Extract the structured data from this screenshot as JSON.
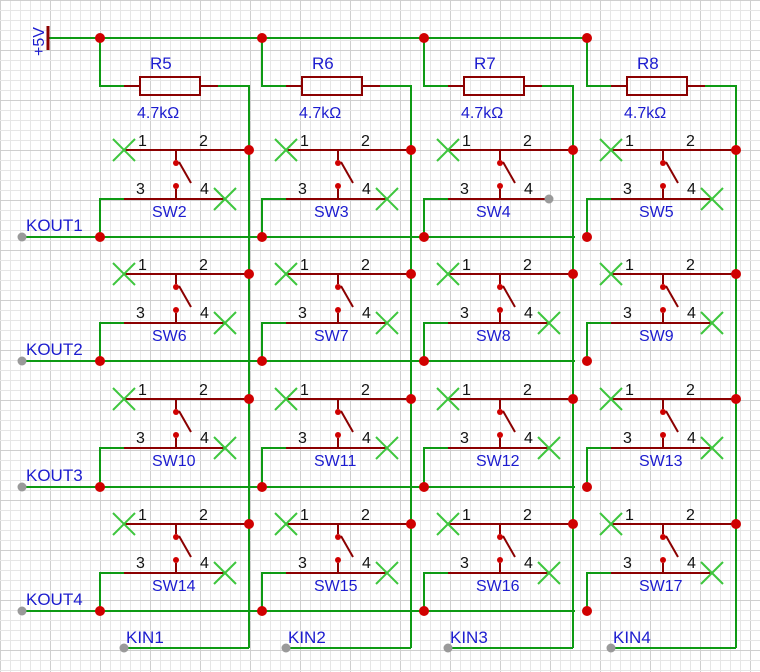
{
  "power": {
    "label": "+5V"
  },
  "colors": {
    "wire": "#0e9a14",
    "component": "#8b0000",
    "junction": "#d00000",
    "label": "#1c1ccf",
    "pin_number": "#111111",
    "no_connect": "#3ec63e",
    "terminal": "#9a9a9a",
    "grid_minor": "#e6e6e6",
    "grid_major": "#cfcfcf"
  },
  "resistors": [
    {
      "ref": "R5",
      "value": "4.7kΩ"
    },
    {
      "ref": "R6",
      "value": "4.7kΩ"
    },
    {
      "ref": "R7",
      "value": "4.7kΩ"
    },
    {
      "ref": "R8",
      "value": "4.7kΩ"
    }
  ],
  "switch_pins": [
    "1",
    "2",
    "3",
    "4"
  ],
  "switches": [
    [
      "SW2",
      "SW3",
      "SW4",
      "SW5"
    ],
    [
      "SW6",
      "SW7",
      "SW8",
      "SW9"
    ],
    [
      "SW10",
      "SW11",
      "SW12",
      "SW13"
    ],
    [
      "SW14",
      "SW15",
      "SW16",
      "SW17"
    ]
  ],
  "row_nets": [
    "KOUT1",
    "KOUT2",
    "KOUT3",
    "KOUT4"
  ],
  "column_nets": [
    "KIN1",
    "KIN2",
    "KIN3",
    "KIN4"
  ]
}
